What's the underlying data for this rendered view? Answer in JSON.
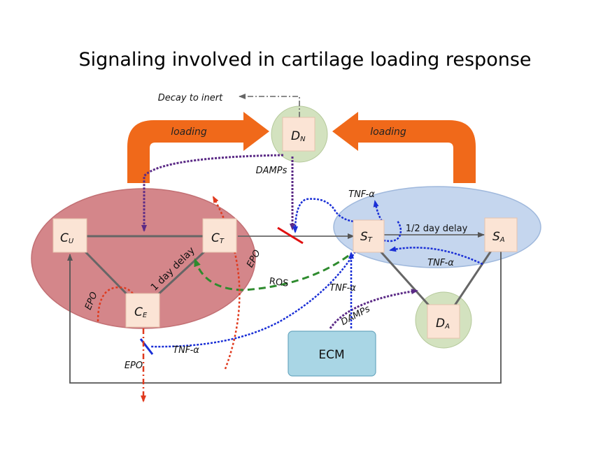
{
  "title": "Signaling involved in cartilage loading response",
  "decay_label": "Decay to inert",
  "loading_left": "loading",
  "loading_right": "loading",
  "damps_top": "DAMPs",
  "damps_bottom": "DAMPs",
  "tnf_top": "TNF-α",
  "tnf_right": "TNF-α",
  "tnf_mid": "TNF-α",
  "tnf_bottom": "TNF-α",
  "epo_right": "EPO",
  "epo_left": "EPO",
  "epo_bottom": "EPO",
  "ros": "ROS",
  "delay_1day": "1 day delay",
  "delay_half": "1/2 day delay",
  "ecm": "ECM",
  "nodes": {
    "dn": {
      "main": "D",
      "sub": "N"
    },
    "cu": {
      "main": "C",
      "sub": "U"
    },
    "ct": {
      "main": "C",
      "sub": "T"
    },
    "ce": {
      "main": "C",
      "sub": "E"
    },
    "st": {
      "main": "S",
      "sub": "T"
    },
    "sa": {
      "main": "S",
      "sub": "A"
    },
    "da": {
      "main": "D",
      "sub": "A"
    }
  },
  "colors": {
    "red_region": "#d4868a",
    "blue_region": "#c5d6ee",
    "green_circle": "#d3e2bf",
    "node_box": "#fbe4d5",
    "orange": "#f0691a",
    "ecm_box": "#a9d6e5"
  }
}
